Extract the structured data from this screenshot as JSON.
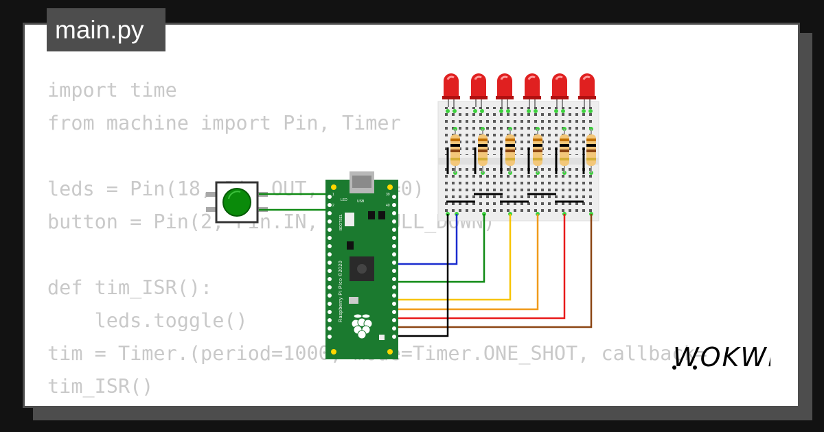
{
  "file_tab": {
    "label": "main.py"
  },
  "code_lines": [
    "import time",
    "from machine import Pin, Timer",
    "",
    "leds = Pin(18, Pin.OUT, value=0)",
    "button = Pin(2, Pin.IN, Pin.PULL_DOWN)",
    "",
    "def tim_ISR():",
    "    leds.toggle()",
    "tim = Timer.(period=1000, mode=Timer.ONE_SHOT, callback=",
    "tim_ISR()"
  ],
  "board": {
    "name_label": "Raspberry Pi Pico ©2020",
    "usb_label": "USB",
    "led_label": "LED",
    "bootsel_label": "BOOTSEL",
    "pin1_label": "1",
    "pin2_label": "2",
    "pin39_label": "39",
    "pin40_label": "40"
  },
  "brand": {
    "logo_text": "WOKWi"
  },
  "colors": {
    "background": "#121212",
    "card": "#ffffff",
    "border": "#4d4d4d",
    "code_text": "#c9c9c9",
    "board_green": "#1b7a2f",
    "led_red": "#e02020",
    "wire_blue": "#1a2ccf",
    "wire_green": "#0f8a14",
    "wire_yellow": "#f7c400",
    "wire_orange": "#f09a1a",
    "wire_red": "#e81a1a",
    "wire_brown": "#8b4513",
    "wire_black": "#000000"
  }
}
